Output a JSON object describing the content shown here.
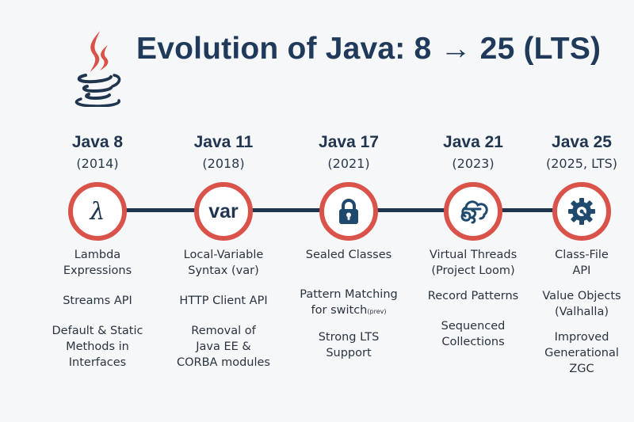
{
  "header": {
    "title": "Evolution of Java: 8 → 25 (LTS)",
    "logo_icon": "java-coffee-cup-icon"
  },
  "colors": {
    "background": "#f6f7f8",
    "primary_navy": "#1f3550",
    "accent_red": "#d9534a",
    "node_fill": "#ffffff"
  },
  "timeline": {
    "milestones": [
      {
        "version": "Java 8",
        "year": "(2014)",
        "icon": "lambda-icon",
        "icon_glyph": "λ",
        "features": [
          "Lambda\nExpressions",
          "Streams API",
          "Default & Static\nMethods in\nInterfaces"
        ]
      },
      {
        "version": "Java 11",
        "year": "(2018)",
        "icon": "var-text-icon",
        "icon_glyph": "var",
        "features": [
          "Local-Variable\nSyntax (var)",
          "HTTP Client API",
          "Removal of\nJava EE &\nCORBA modules"
        ]
      },
      {
        "version": "Java 17",
        "year": "(2021)",
        "icon": "lock-icon",
        "features": [
          "Sealed Classes",
          "Pattern Matching\nfor switch",
          "Strong LTS\nSupport"
        ],
        "feature_notes": {
          "1": "(prev)"
        }
      },
      {
        "version": "Java 21",
        "year": "(2023)",
        "icon": "cloud-threads-icon",
        "features": [
          "Virtual Threads\n(Project Loom)",
          "Record Patterns",
          "Sequenced\nCollections"
        ]
      },
      {
        "version": "Java 25",
        "year": "(2025, LTS)",
        "icon": "gear-icon",
        "features": [
          "Class-File\nAPI",
          "Value Objects\n(Valhalla)",
          "Improved\nGenerational\nZGC"
        ]
      }
    ]
  }
}
